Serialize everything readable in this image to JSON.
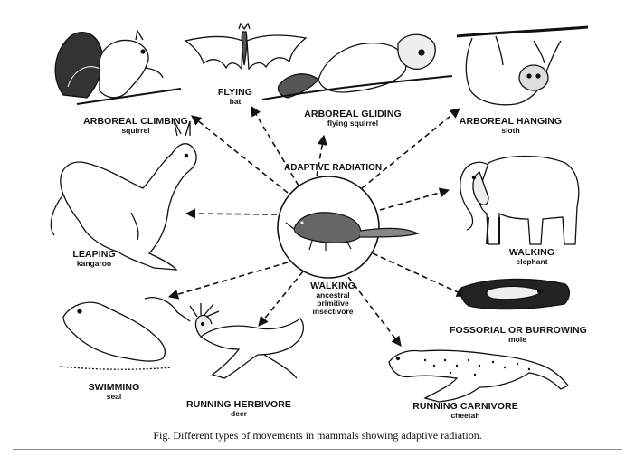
{
  "center": {
    "title": "ADAPTIVE RADIATION",
    "label": "WALKING",
    "sub": [
      "ancestral",
      "primitive",
      "insectivore"
    ],
    "icon": "shrew-icon"
  },
  "branches": [
    {
      "id": "arboreal-climbing",
      "label": "ARBOREAL CLIMBING",
      "sub": "squirrel",
      "icon": "squirrel-icon"
    },
    {
      "id": "flying",
      "label": "FLYING",
      "sub": "bat",
      "icon": "bat-icon"
    },
    {
      "id": "arboreal-gliding",
      "label": "ARBOREAL GLIDING",
      "sub": "flying squirrel",
      "icon": "flying-squirrel-icon"
    },
    {
      "id": "arboreal-hanging",
      "label": "ARBOREAL HANGING",
      "sub": "sloth",
      "icon": "sloth-icon"
    },
    {
      "id": "leaping",
      "label": "LEAPING",
      "sub": "kangaroo",
      "icon": "kangaroo-icon"
    },
    {
      "id": "walking",
      "label": "WALKING",
      "sub": "elephant",
      "icon": "elephant-icon"
    },
    {
      "id": "swimming",
      "label": "SWIMMING",
      "sub": "seal",
      "icon": "seal-icon"
    },
    {
      "id": "running-herbivore",
      "label": "RUNNING HERBIVORE",
      "sub": "deer",
      "icon": "deer-icon"
    },
    {
      "id": "fossorial",
      "label": "FOSSORIAL OR BURROWING",
      "sub": "mole",
      "icon": "mole-icon"
    },
    {
      "id": "running-carnivore",
      "label": "RUNNING CARNIVORE",
      "sub": "cheetah",
      "icon": "cheetah-icon"
    }
  ],
  "caption": "Fig. Different types of movements in mammals showing adaptive radiation."
}
